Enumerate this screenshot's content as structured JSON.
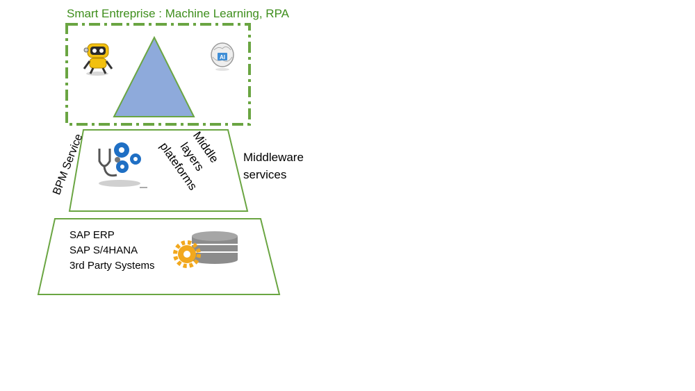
{
  "top_layer": {
    "title": "Smart Entreprise : Machine Learning, RPA",
    "robot_icon": "robot-icon",
    "ai_brain_icon": "ai-brain-icon",
    "ai_badge": "AI",
    "colors": {
      "border": "#6aa542",
      "triangle": "#8eaadb",
      "title": "#3e8e1c"
    }
  },
  "middle_layer": {
    "side_label": "BPM Service",
    "center_label": "Middle layers plateforms",
    "right_label": "Middleware services",
    "icon": "stethoscope-gears-icon"
  },
  "bottom_layer": {
    "systems": [
      "SAP ERP",
      "SAP S/4HANA",
      "3rd Party Systems"
    ],
    "icon": "database-gear-icon"
  }
}
